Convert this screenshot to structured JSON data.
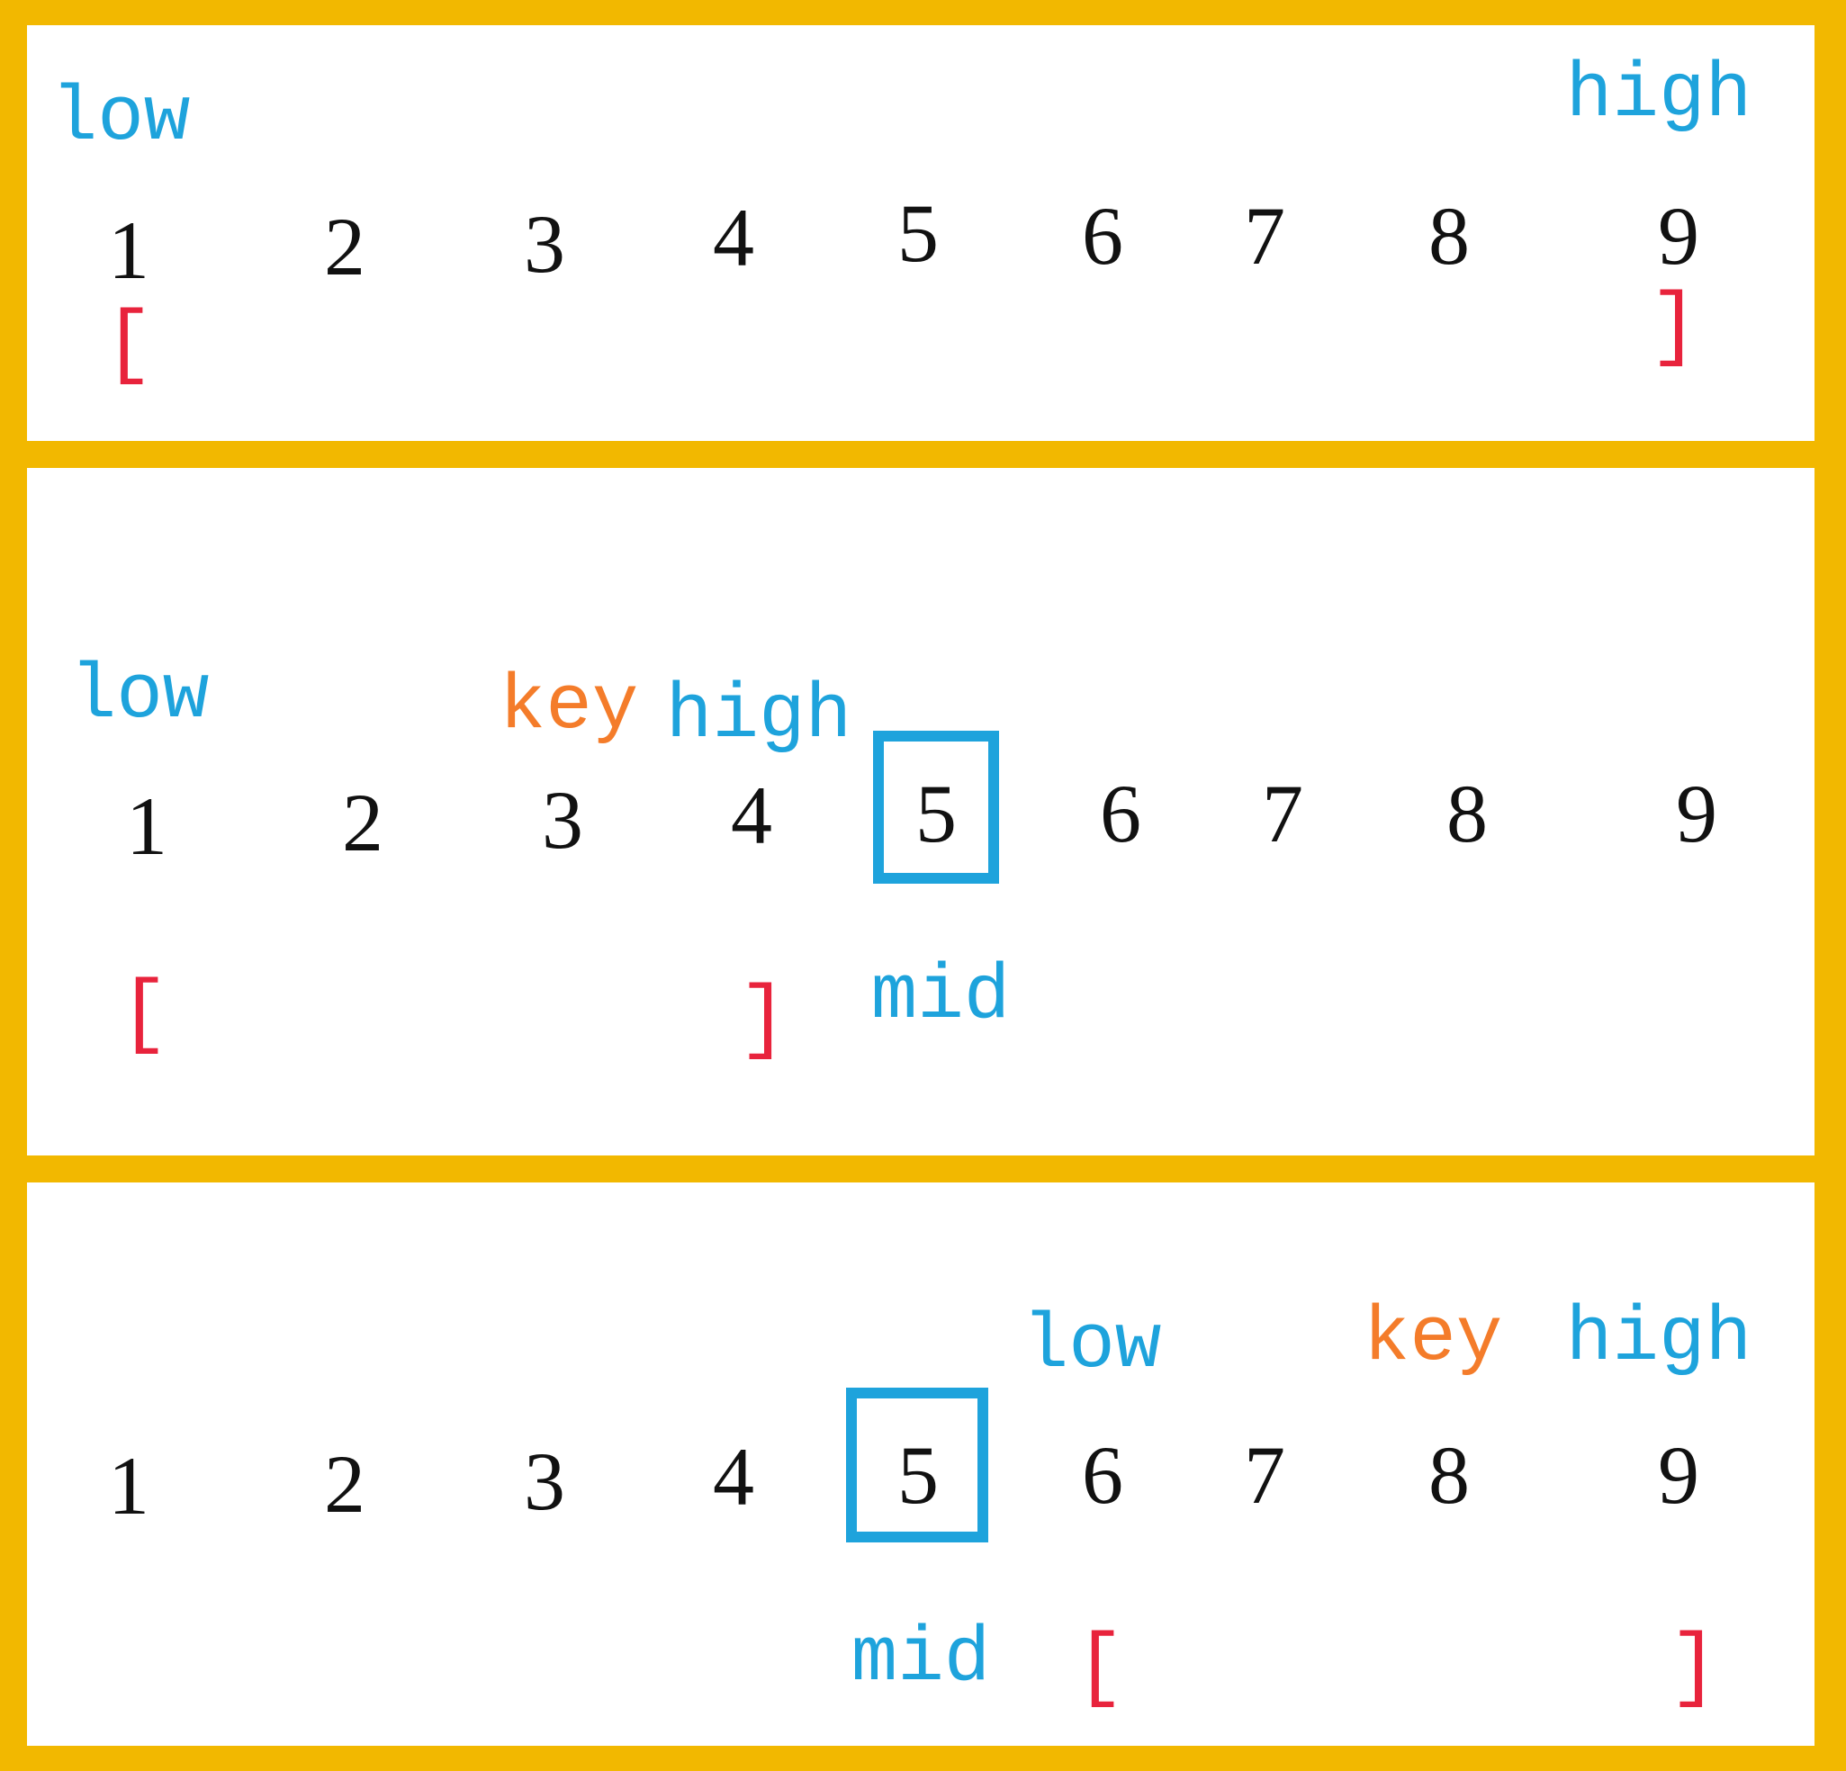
{
  "colors": {
    "frame": "#f2b800",
    "pointer_label": "#1ea3dc",
    "key_label": "#f47c2a",
    "bracket": "#e8233c",
    "mid_box": "#1ea3dc"
  },
  "array": [
    "1",
    "2",
    "3",
    "4",
    "5",
    "6",
    "7",
    "8",
    "9"
  ],
  "steps": [
    {
      "labels": {
        "low": "low",
        "high": "high"
      },
      "brackets": {
        "open": "[",
        "close": "]"
      }
    },
    {
      "labels": {
        "low": "low",
        "key": "key",
        "high": "high",
        "mid": "mid"
      },
      "brackets": {
        "open": "[",
        "close": "]"
      },
      "mid_value": "5"
    },
    {
      "labels": {
        "low": "low",
        "key": "key",
        "high": "high",
        "mid": "mid"
      },
      "brackets": {
        "open": "[",
        "close": "]"
      },
      "mid_value": "5"
    }
  ]
}
